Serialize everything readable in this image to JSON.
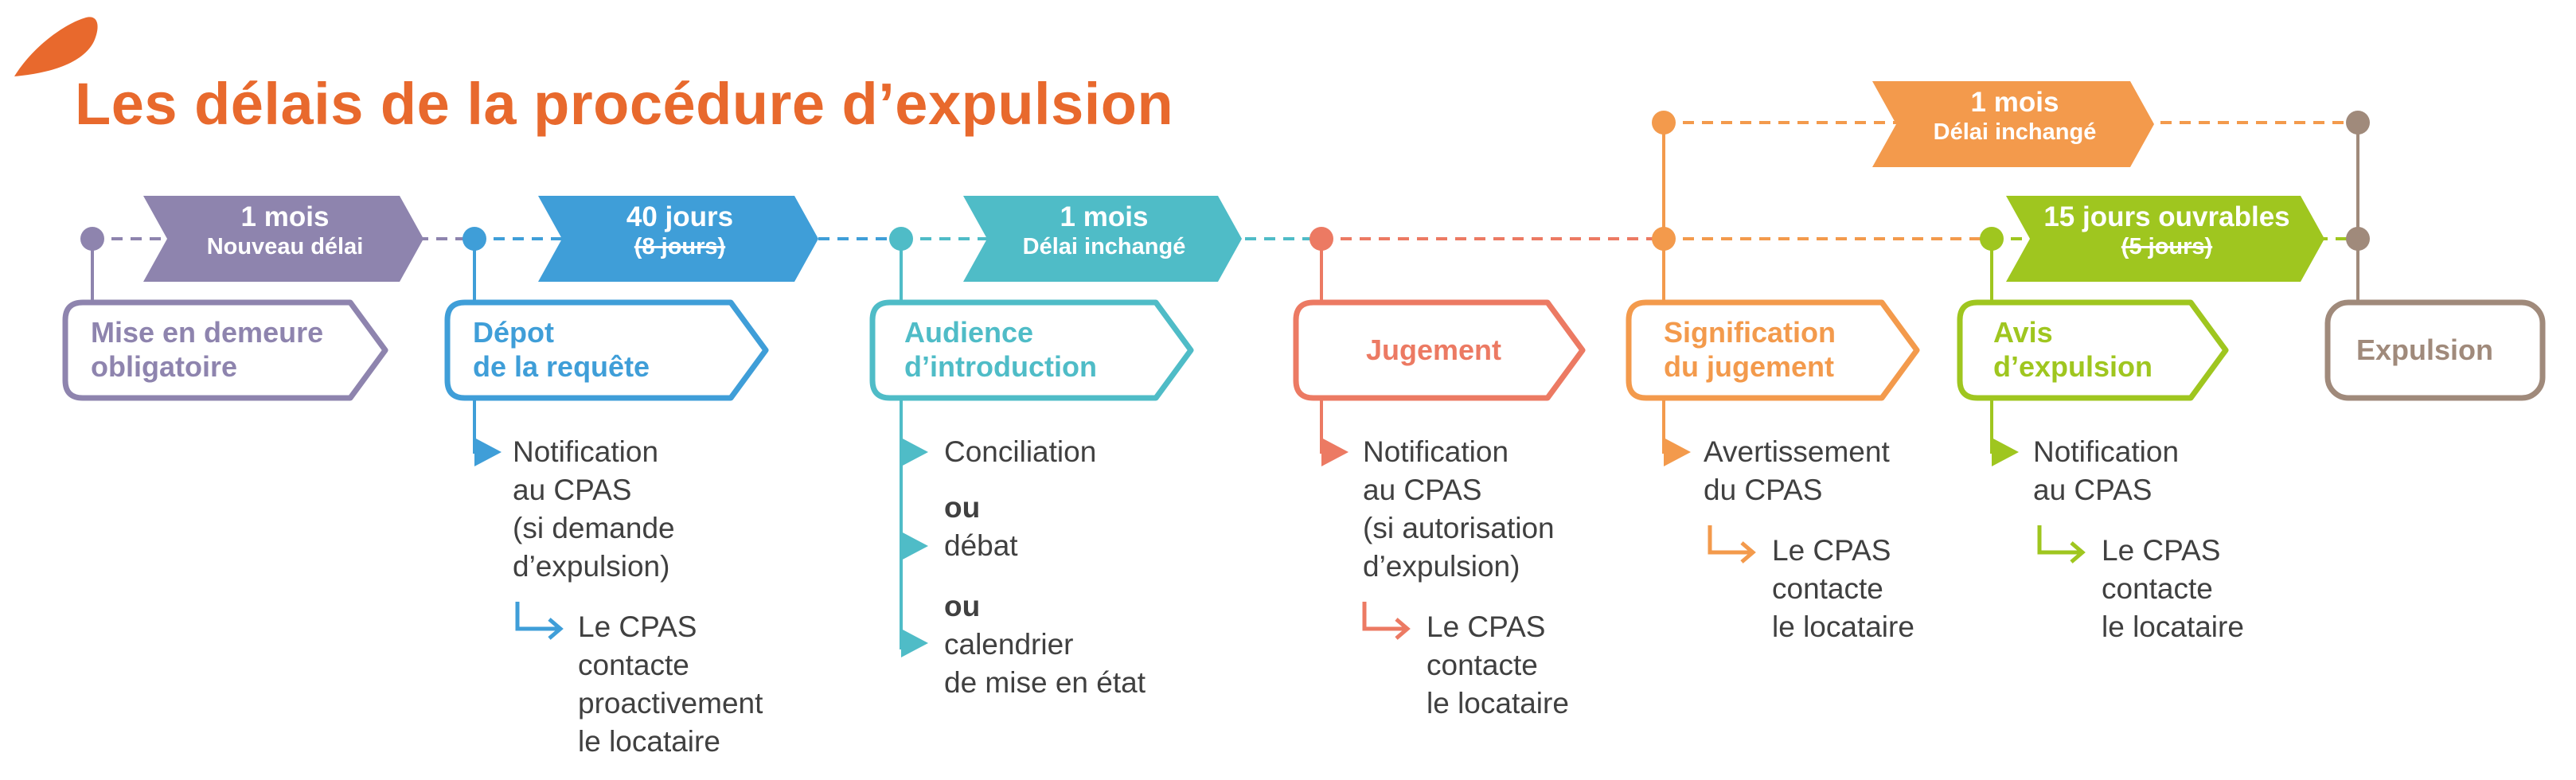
{
  "title": "Les délais de la procédure d’expulsion",
  "colors": {
    "title": "#E8692D",
    "purple": "#8E84AE",
    "blue": "#3F9ED8",
    "teal": "#4FBCC7",
    "salmon": "#EC7A63",
    "orange": "#F39A4C",
    "green": "#9FC61F",
    "brown": "#A08A7B",
    "text": "#404040"
  },
  "steps": [
    {
      "label_lines": [
        "Mise en demeure",
        "obligatoire"
      ],
      "color": "purple"
    },
    {
      "label_lines": [
        "Dépot",
        "de la requête"
      ],
      "color": "blue"
    },
    {
      "label_lines": [
        "Audience",
        "d’introduction"
      ],
      "color": "teal"
    },
    {
      "label_lines": [
        "Jugement"
      ],
      "color": "salmon"
    },
    {
      "label_lines": [
        "Signification",
        "du jugement"
      ],
      "color": "orange"
    },
    {
      "label_lines": [
        "Avis",
        "d’expulsion"
      ],
      "color": "green"
    },
    {
      "label_lines": [
        "Expulsion"
      ],
      "color": "brown"
    }
  ],
  "durations": [
    {
      "line1": "1 mois",
      "line2": "Nouveau délai",
      "line2_struck": false,
      "color": "purple"
    },
    {
      "line1": "40 jours",
      "line2": "(8 jours)",
      "line2_struck": true,
      "color": "blue"
    },
    {
      "line1": "1 mois",
      "line2": "Délai inchangé",
      "line2_struck": false,
      "color": "teal"
    },
    {
      "line1": "15 jours ouvrables",
      "line2": "(5 jours)",
      "line2_struck": true,
      "color": "green"
    },
    {
      "line1": "1 mois",
      "line2": "Délai inchangé",
      "line2_struck": false,
      "color": "orange"
    }
  ],
  "notes": {
    "depot": [
      "Notification",
      "au CPAS",
      "(si demande",
      "d’expulsion)"
    ],
    "depot_contact": [
      "Le CPAS",
      "contacte",
      "proactivement",
      "le locataire"
    ],
    "audience_1": "Conciliation",
    "audience_or_1": "ou",
    "audience_2": "débat",
    "audience_or_2": "ou",
    "audience_3": [
      "calendrier",
      "de mise en état"
    ],
    "jugement": [
      "Notification",
      "au CPAS",
      "(si autorisation",
      "d’expulsion)"
    ],
    "jugement_contact": [
      "Le CPAS",
      "contacte",
      "le locataire"
    ],
    "signification": [
      "Avertissement",
      "du CPAS"
    ],
    "signification_contact": [
      "Le CPAS",
      "contacte",
      "le locataire"
    ],
    "avis": [
      "Notification",
      "au CPAS"
    ],
    "avis_contact": [
      "Le CPAS",
      "contacte",
      "le locataire"
    ]
  }
}
